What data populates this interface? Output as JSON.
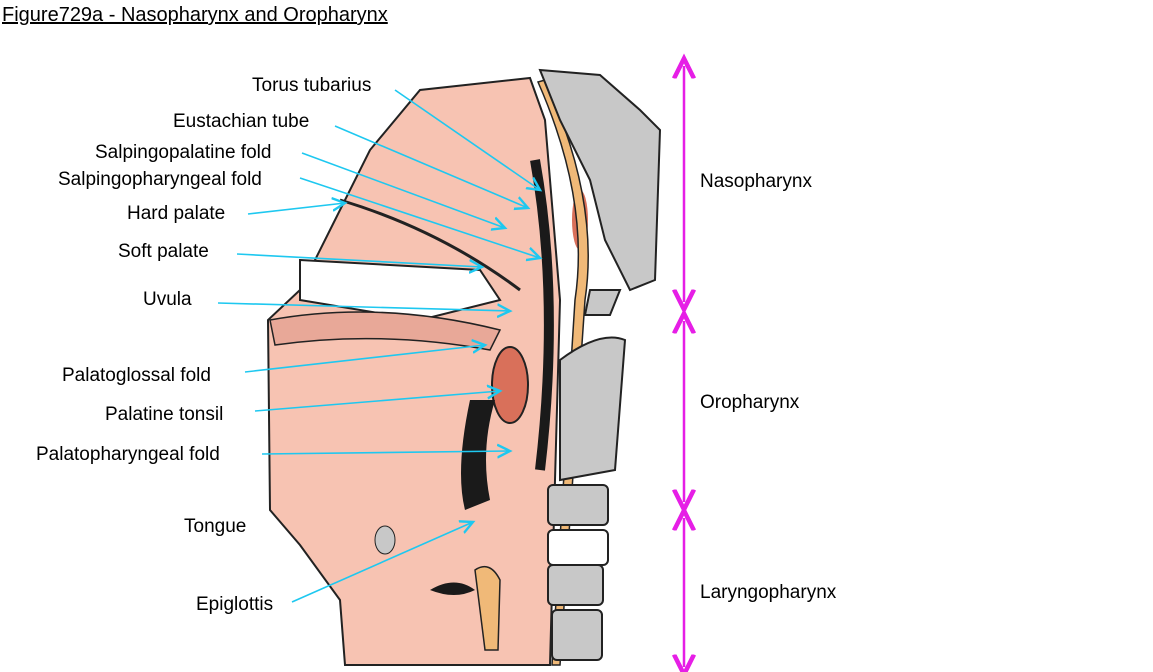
{
  "title": "Figure729a - Nasopharynx and Oropharynx",
  "labels": {
    "torus_tubarius": "Torus tubarius",
    "eustachian_tube": "Eustachian tube",
    "salpingopalatine_fold": "Salpingopalatine fold",
    "salpingopharyngeal_fold": "Salpingopharyngeal fold",
    "hard_palate": "Hard palate",
    "soft_palate": "Soft palate",
    "uvula": "Uvula",
    "palatoglossal_fold": "Palatoglossal fold",
    "palatine_tonsil": "Palatine tonsil",
    "palatopharyngeal_fold": "Palatopharyngeal fold",
    "tongue": "Tongue",
    "epiglottis": "Epiglottis"
  },
  "regions": {
    "nasopharynx": "Nasopharynx",
    "oropharynx": "Oropharynx",
    "laryngopharynx": "Laryngopharynx"
  },
  "colors": {
    "leader": "#1ec8f0",
    "region_arrow": "#e61ee6",
    "tissue": "#f7c3b2",
    "bone": "#c8c8c8",
    "tonsil": "#d9705a",
    "cartilage": "#f0b978"
  }
}
